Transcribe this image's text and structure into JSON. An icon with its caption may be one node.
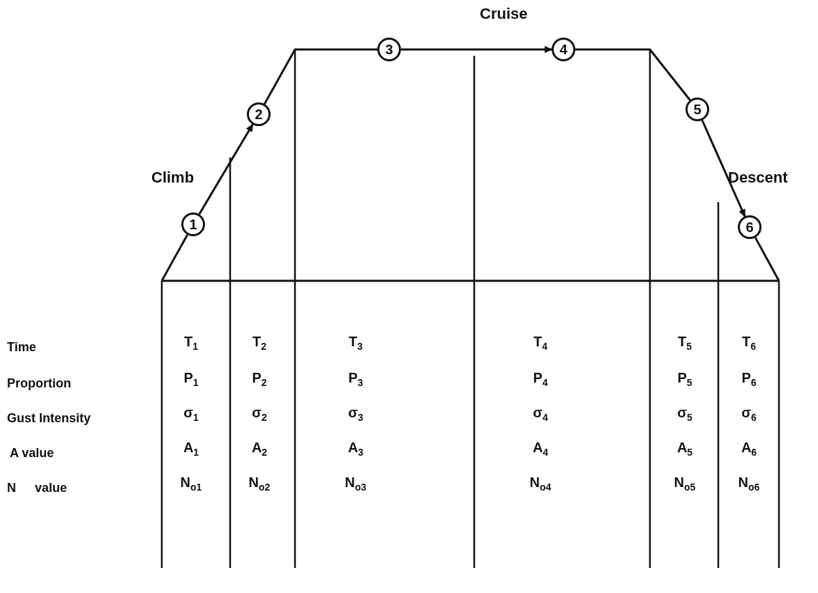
{
  "diagram": {
    "nodes": [
      {
        "text": [
          "1"
        ]
      },
      {
        "text": [
          "2"
        ]
      },
      {
        "text": [
          "3"
        ]
      },
      {
        "text": [
          "4"
        ]
      },
      {
        "text": [
          "5"
        ]
      },
      {
        "text": [
          "6"
        ]
      }
    ],
    "edges": [
      {
        "from": null,
        "to": 0,
        "arrow": "none"
      },
      {
        "from": 0,
        "to": 1,
        "arrow": "to"
      },
      {
        "from": 1,
        "to": 2,
        "arrow": "none"
      },
      {
        "from": 2,
        "to": 3,
        "arrow": "to"
      },
      {
        "from": 3,
        "to": 4,
        "arrow": "none"
      },
      {
        "from": 4,
        "to": 5,
        "arrow": "to"
      },
      {
        "from": 5,
        "to": null,
        "arrow": "none"
      }
    ],
    "labels": [
      "Cruise",
      "Climb",
      "Descent",
      "Time",
      "T$_{1}$",
      "T$_{2}$",
      "T$_{3}$",
      "T$_{4}$",
      "T$_{5}$",
      "T$_{6}$",
      "Proportion",
      "P$_{1}$",
      "P$_{2}$",
      "P$_{3}$",
      "P$_{4}$",
      "P$_{5}$",
      "P$_{6}$",
      "Gust Intensity",
      "σ$_{1}$",
      "σ$_{2}$",
      "σ$_{3}$",
      "σ$_{4}$",
      "σ$_{5}$",
      "σ$_{6}$",
      "A value",
      "A$_{1}$",
      "A$_{2}$",
      "A$_{3}$",
      "A$_{4}$",
      "A$_{5}$",
      "A$_{6}$",
      "N value",
      "N$_{o1}$",
      "N$_{o2}$",
      "N$_{o3}$",
      "N$_{o4}$",
      "N$_{o5}$",
      "N$_{o6}$"
    ]
  }
}
